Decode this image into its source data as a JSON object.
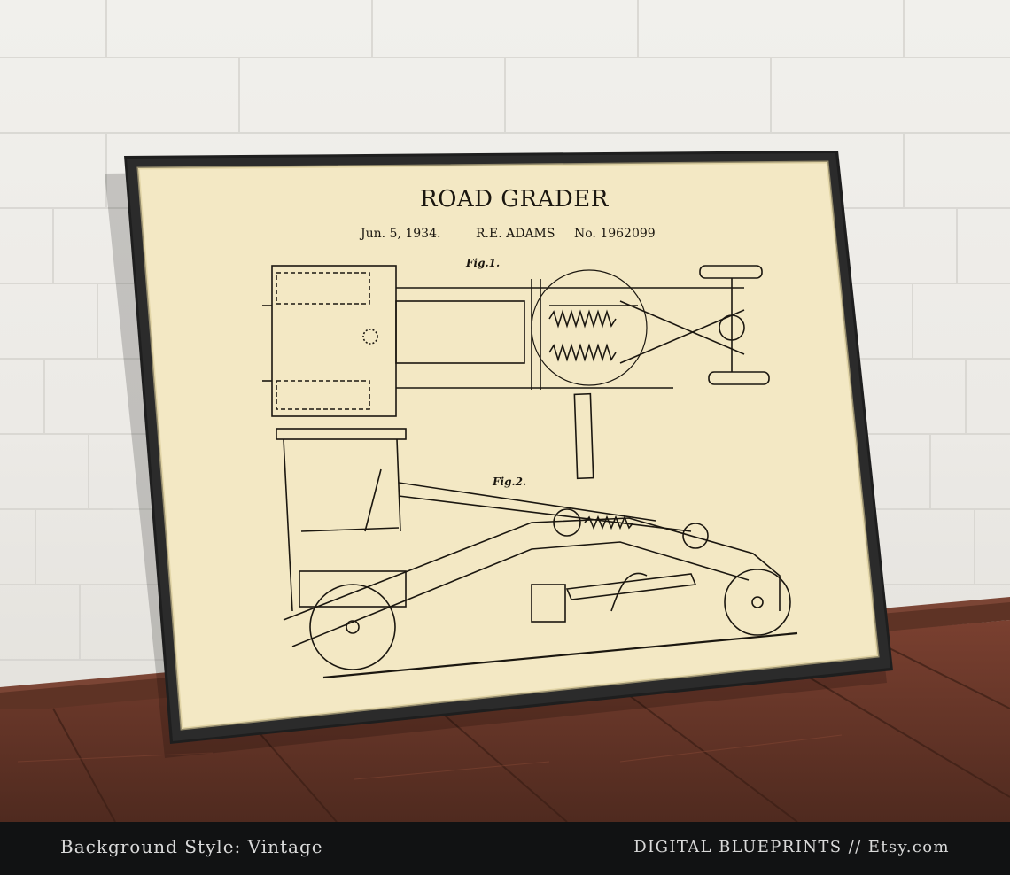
{
  "photo": {
    "description_subject": "framed patent poster leaning on a white brick wall over a wooden floor",
    "colors": {
      "wall": "#eceae6",
      "floor": "#6b3a2b",
      "frame": "#1e1e1e",
      "paper": "#f3e8c4",
      "ink": "#1b1710",
      "bar": "#111213"
    }
  },
  "poster": {
    "title": "ROAD GRADER",
    "date": "Jun. 5, 1934.",
    "inventor": "R.E. ADAMS",
    "patent_number": "No. 1962099",
    "fig1_label": "Fig.1.",
    "fig2_label": "Fig.2."
  },
  "caption_bar": {
    "left_text": "Background Style: Vintage",
    "right_text": "DIGITAL BLUEPRINTS // Etsy.com"
  }
}
